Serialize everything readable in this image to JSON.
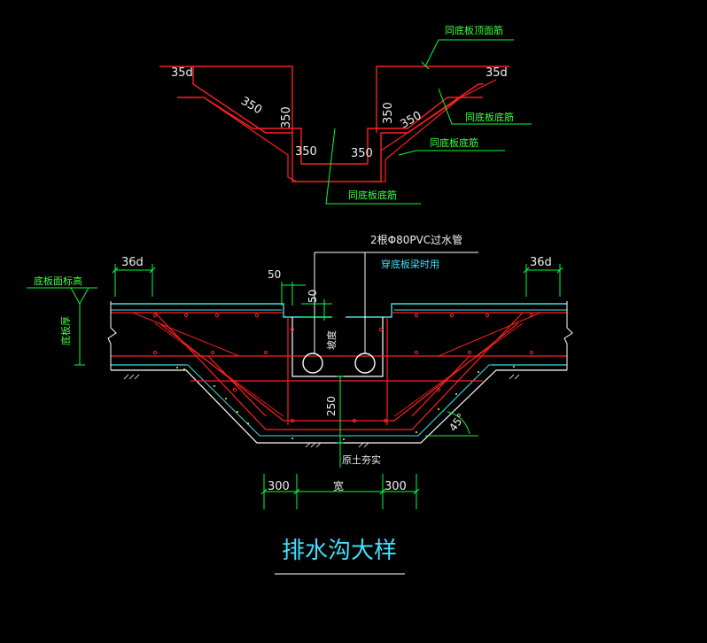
{
  "colors": {
    "background": "#000000",
    "rebar": "#ff2020",
    "slab": "#40e0e0",
    "annotation": "#00ff40",
    "text_green": "#40ff40",
    "text_cyan": "#40e0ff",
    "text_white": "#f0f0f0",
    "outline": "#ffffff",
    "dots": "#ffff00"
  },
  "top_detail": {
    "label_top_rebar": "同底板顶面筋",
    "label_bottom_rebar_1": "同底板底筋",
    "label_bottom_rebar_2": "同底板底筋",
    "label_bottom_rebar_3": "同底板底筋",
    "anchor_left": "35d",
    "anchor_right": "35d",
    "dim_slope_left": "350",
    "dim_vert_left": "350",
    "dim_vert_right": "350",
    "dim_slope_right": "350",
    "dim_bottom_left": "350",
    "dim_bottom_right": "350"
  },
  "section": {
    "pipe_note": "2根Φ80PVC过水管",
    "pipe_note_2": "穿底板梁时用",
    "dim_left_anchor": "36d",
    "dim_right_anchor": "36d",
    "elev_label": "底板面标高",
    "slab_thickness_label": "底板厚",
    "dim_50_h": "50",
    "dim_50_v": "50",
    "slope_text": "坡度",
    "dim_250": "250",
    "angle": "45°",
    "soil_note": "原土夯实",
    "dim_300_left": "300",
    "width_label": "宽",
    "dim_300_right": "300"
  },
  "title": "排水沟大样"
}
